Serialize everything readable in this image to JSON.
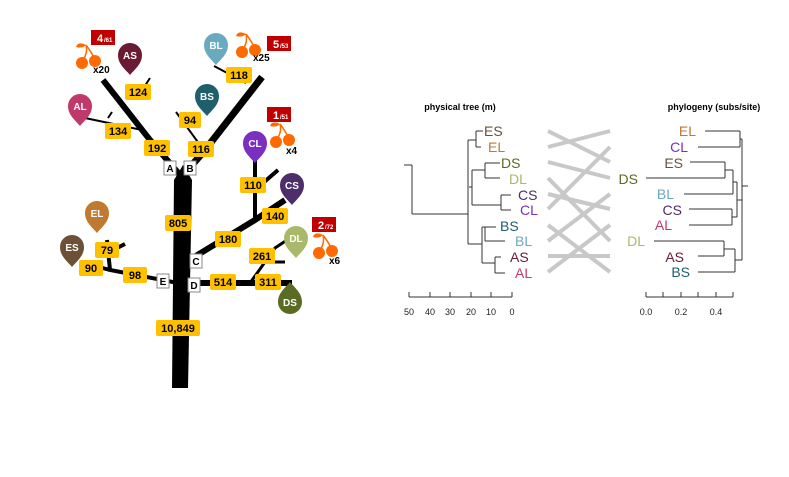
{
  "colors": {
    "label_bg": "#ffc000",
    "badge": "#c00000",
    "cherry": "#ff6a00",
    "tangle": "#c8c8c8",
    "AS": "#6b1a33",
    "AL": "#c0396b",
    "BS": "#1f5f6b",
    "BL": "#6aaac0",
    "CS": "#4e2d6b",
    "CL": "#7a2fc0",
    "DS": "#5a6b23",
    "DL": "#a9b96a",
    "ES": "#6b5137",
    "EL": "#c07a2f"
  },
  "tree": {
    "branch_lengths": [
      "124",
      "134",
      "192",
      "94",
      "118",
      "116",
      "110",
      "140",
      "180",
      "805",
      "261",
      "311",
      "514",
      "79",
      "90",
      "98",
      "10,849"
    ],
    "nodes": [
      "A",
      "B",
      "C",
      "D",
      "E"
    ],
    "samples": [
      "AS",
      "AL",
      "BS",
      "BL",
      "CL",
      "CS",
      "DL",
      "DS",
      "EL",
      "ES"
    ],
    "fruit": [
      {
        "count": "4",
        "total": "/61",
        "multiplier": "x20"
      },
      {
        "count": "5",
        "total": "/53",
        "multiplier": "x25"
      },
      {
        "count": "1",
        "total": "/51",
        "multiplier": "x4"
      },
      {
        "count": "2",
        "total": "/72",
        "multiplier": "x6"
      }
    ],
    "icon": "cherry-icon"
  },
  "physical_tree": {
    "title": "physical tree (m)",
    "tips": [
      "ES",
      "EL",
      "DS",
      "DL",
      "CS",
      "CL",
      "BS",
      "BL",
      "AS",
      "AL"
    ],
    "axis_ticks": [
      "50",
      "40",
      "30",
      "20",
      "10",
      "0"
    ]
  },
  "phylogeny": {
    "title": "phylogeny (subs/site)",
    "tips": [
      "EL",
      "CL",
      "ES",
      "DS",
      "BL",
      "CS",
      "AL",
      "DL",
      "AS",
      "BS"
    ],
    "axis_ticks": [
      "0.0",
      "0.2",
      "0.4"
    ]
  }
}
